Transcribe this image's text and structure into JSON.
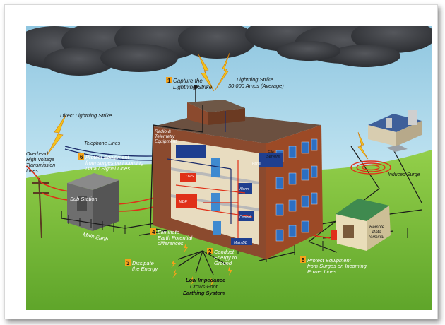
{
  "colors": {
    "sky": "#a8d7ea",
    "grass": "#7ec03a",
    "brick": "#9c4a26",
    "roof": "#6b5040",
    "earth_wire": "#1a1a1a",
    "power_line": "#e03018",
    "bolt": "#f4c21a",
    "badge_number": "#f4a21a"
  },
  "labels": {
    "capture": {
      "number": "1",
      "line1": "Capture the",
      "line2": "Lightning Strike"
    },
    "strike": {
      "line1": "Lightning Strike",
      "line2": "30 000 Amps (Average)"
    },
    "direct": "Direct Lightning Strike",
    "telephone": "Telephone Lines",
    "overhead": {
      "line1": "Overhead",
      "line2": "High Voltage",
      "line3": "Transmission",
      "line4": "Lines"
    },
    "protect_data": {
      "number": "6",
      "line1": "Protect Equipment",
      "line2": "from surges on incoming",
      "line3": "Data / Signal Lines"
    },
    "substation": "Sub Station",
    "main_earth": "Main Earth",
    "radio": {
      "line1": "Radio &",
      "line2": "Telemetry",
      "line3": "Equipment"
    },
    "induced": "Induced Surge",
    "eliminate": {
      "number": "4",
      "line1": "Eliminate",
      "line2": "Earth Potential",
      "line3": "differences"
    },
    "conduct": {
      "number": "2",
      "line1": "Conduct",
      "line2": "Energy to",
      "line3": "Ground"
    },
    "dissipate": {
      "number": "3",
      "line1": "Dissipate",
      "line2": "the Energy"
    },
    "protect_power": {
      "number": "5",
      "line1": "Protect Equipment",
      "line2": "from Surges on Incoming",
      "line3": "Power Lines"
    },
    "earthing": {
      "line1": "Low Impedance",
      "line2": "Crows-Foot",
      "line3": "Earthing System"
    },
    "remote": {
      "line1": "Remote",
      "line2": "Data",
      "line3": "Terminal"
    },
    "room_tags": {
      "file": "File",
      "servers": "Servers",
      "ups": "UPS",
      "mdf": "MDF",
      "main_db": "Main DB",
      "alarm": "Alarm",
      "control": "Control",
      "panel": "Panel"
    }
  }
}
